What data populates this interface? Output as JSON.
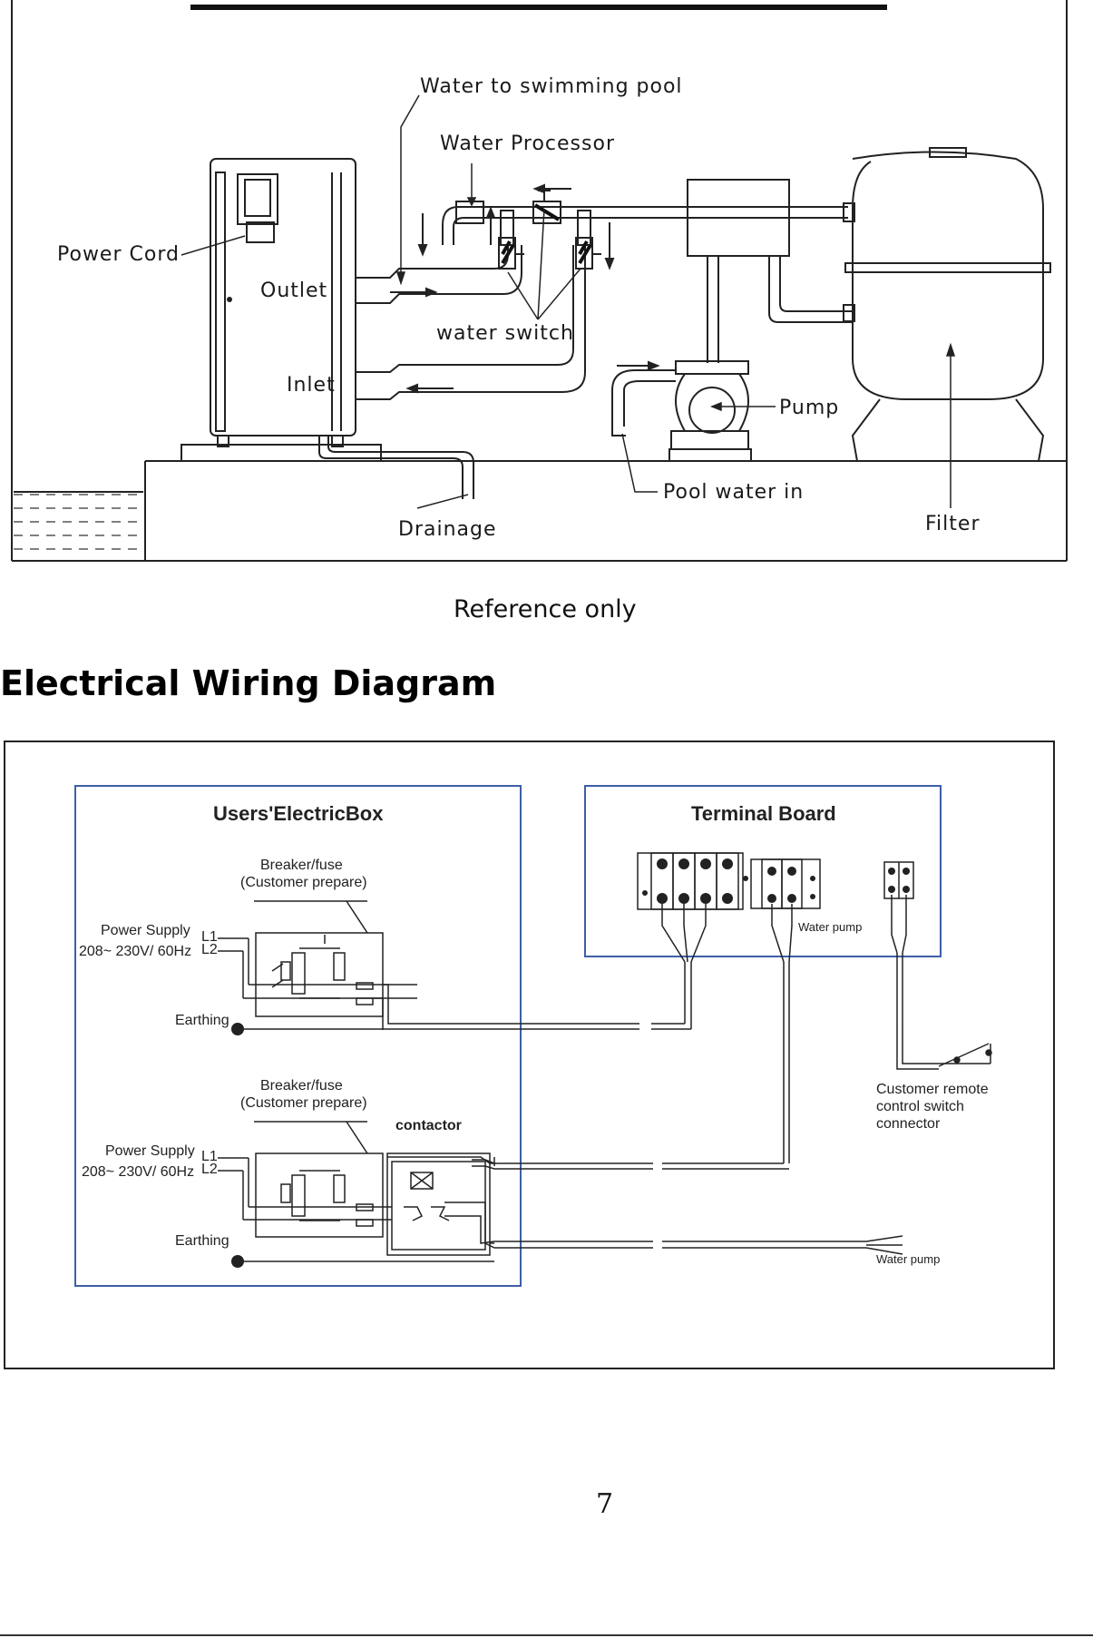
{
  "installation": {
    "labels": {
      "water_to_pool": "Water to swimming pool",
      "water_processor": "Water Processor",
      "power_cord": "Power Cord",
      "outlet": "Outlet",
      "inlet": "Inlet",
      "water_switch": "water switch",
      "pump": "Pump",
      "pool_water_in": "Pool water in",
      "drainage": "Drainage",
      "filter": "Filter"
    },
    "note": "Reference only"
  },
  "section_title": "Electrical Wiring Diagram",
  "wiring": {
    "users_box": {
      "title": "Users'ElectricBox",
      "breaker_1": "Breaker/fuse",
      "breaker_1_sub": "(Customer prepare)",
      "power_supply_1": "Power Supply",
      "voltage_1": "208~ 230V/ 60Hz",
      "l1_1": "L1",
      "l2_1": "L2",
      "earthing_1": "Earthing",
      "breaker_2": "Breaker/fuse",
      "breaker_2_sub": "(Customer prepare)",
      "contactor": "contactor",
      "power_supply_2": "Power Supply",
      "voltage_2": "208~ 230V/ 60Hz",
      "l1_2": "L1",
      "l2_2": "L2",
      "earthing_2": "Earthing"
    },
    "terminal_board": {
      "title": "Terminal Board",
      "water_pump": "Water pump"
    },
    "remote_switch": [
      "Customer remote",
      "control switch",
      "connector"
    ],
    "water_pump_bottom": "Water pump"
  },
  "page_number": "7",
  "colors": {
    "box_border": "#3d5fa8",
    "line": "#1a1a1a"
  }
}
